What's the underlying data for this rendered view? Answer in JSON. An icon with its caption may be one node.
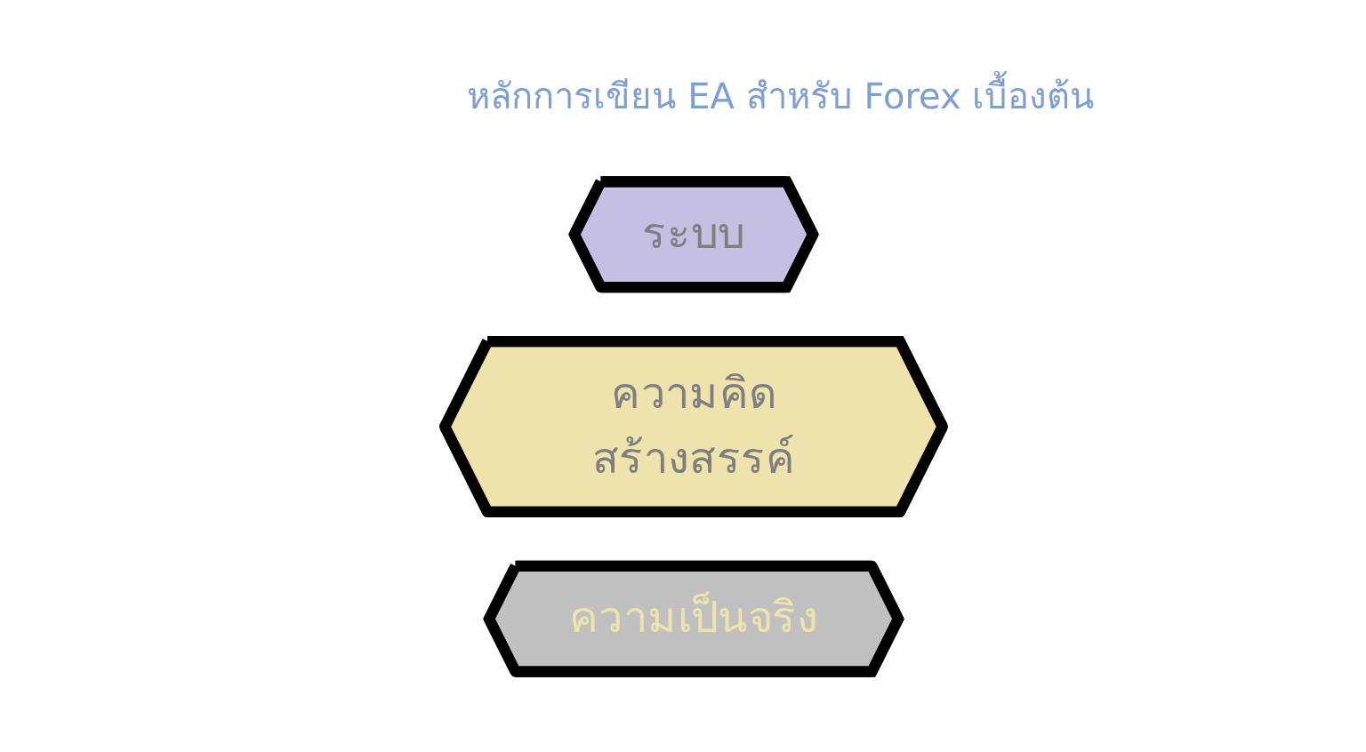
{
  "diagram": {
    "title": "หลักการเขียน EA สำหรับ Forex เบื้องต้น",
    "nodes": [
      {
        "text": [
          "ระบบ"
        ]
      },
      {
        "text": [
          "ความคิดสร้างสรรค์"
        ]
      },
      {
        "text": [
          "ความเป็นจริง"
        ]
      }
    ]
  }
}
